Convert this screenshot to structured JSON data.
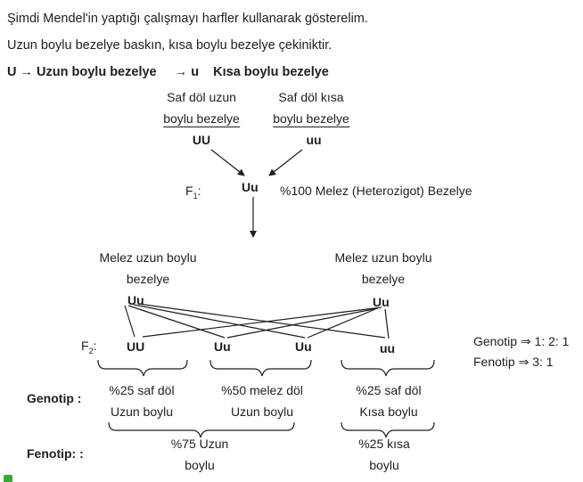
{
  "intro": {
    "line1": "Şimdi Mendel'in yaptığı çalışmayı harfler kullanarak gösterelim.",
    "line2": "Uzun boylu bezelye baskın, kısa boylu bezelye çekiniktir."
  },
  "legend": {
    "U": "U",
    "U_meaning": "Uzun boylu bezelye",
    "u": "u",
    "u_meaning": "Kısa boylu bezelye",
    "arrow": "→"
  },
  "parents": {
    "left": {
      "line1": "Saf döl uzun",
      "line2": "boylu bezelye",
      "genotype": "UU"
    },
    "right": {
      "line1": "Saf döl kısa",
      "line2": "boylu bezelye",
      "genotype": "uu"
    }
  },
  "f1": {
    "label": "F",
    "subscript": "1",
    "colon": ":",
    "genotype": "Uu",
    "description": "%100 Melez (Heterozigot) Bezelye"
  },
  "hybrids": {
    "left": {
      "line1": "Melez uzun boylu",
      "line2": "bezelye",
      "genotype": "Uu"
    },
    "right": {
      "line1": "Melez uzun boylu",
      "line2": "bezelye",
      "genotype": "Uu"
    }
  },
  "f2": {
    "label": "F",
    "subscript": "2",
    "colon": ":",
    "offspring": [
      "UU",
      "Uu",
      "Uu",
      "uu"
    ]
  },
  "ratios": {
    "genotype": "Genotip ⇒ 1: 2: 1",
    "phenotype": "Fenotip  ⇒ 3: 1"
  },
  "genotip_row": {
    "label": "Genotip  :",
    "groups": [
      {
        "line1": "%25 saf döl",
        "line2": "Uzun boylu"
      },
      {
        "line1": "%50 melez döl",
        "line2": "Uzun boylu"
      },
      {
        "line1": "%25 saf döl",
        "line2": "Kısa boylu"
      }
    ]
  },
  "fenotip_row": {
    "label": "Fenotip:  :",
    "groups": [
      {
        "line1": "%75 Uzun",
        "line2": "boylu"
      },
      {
        "line1": "%25 kısa",
        "line2": "boylu"
      }
    ]
  }
}
